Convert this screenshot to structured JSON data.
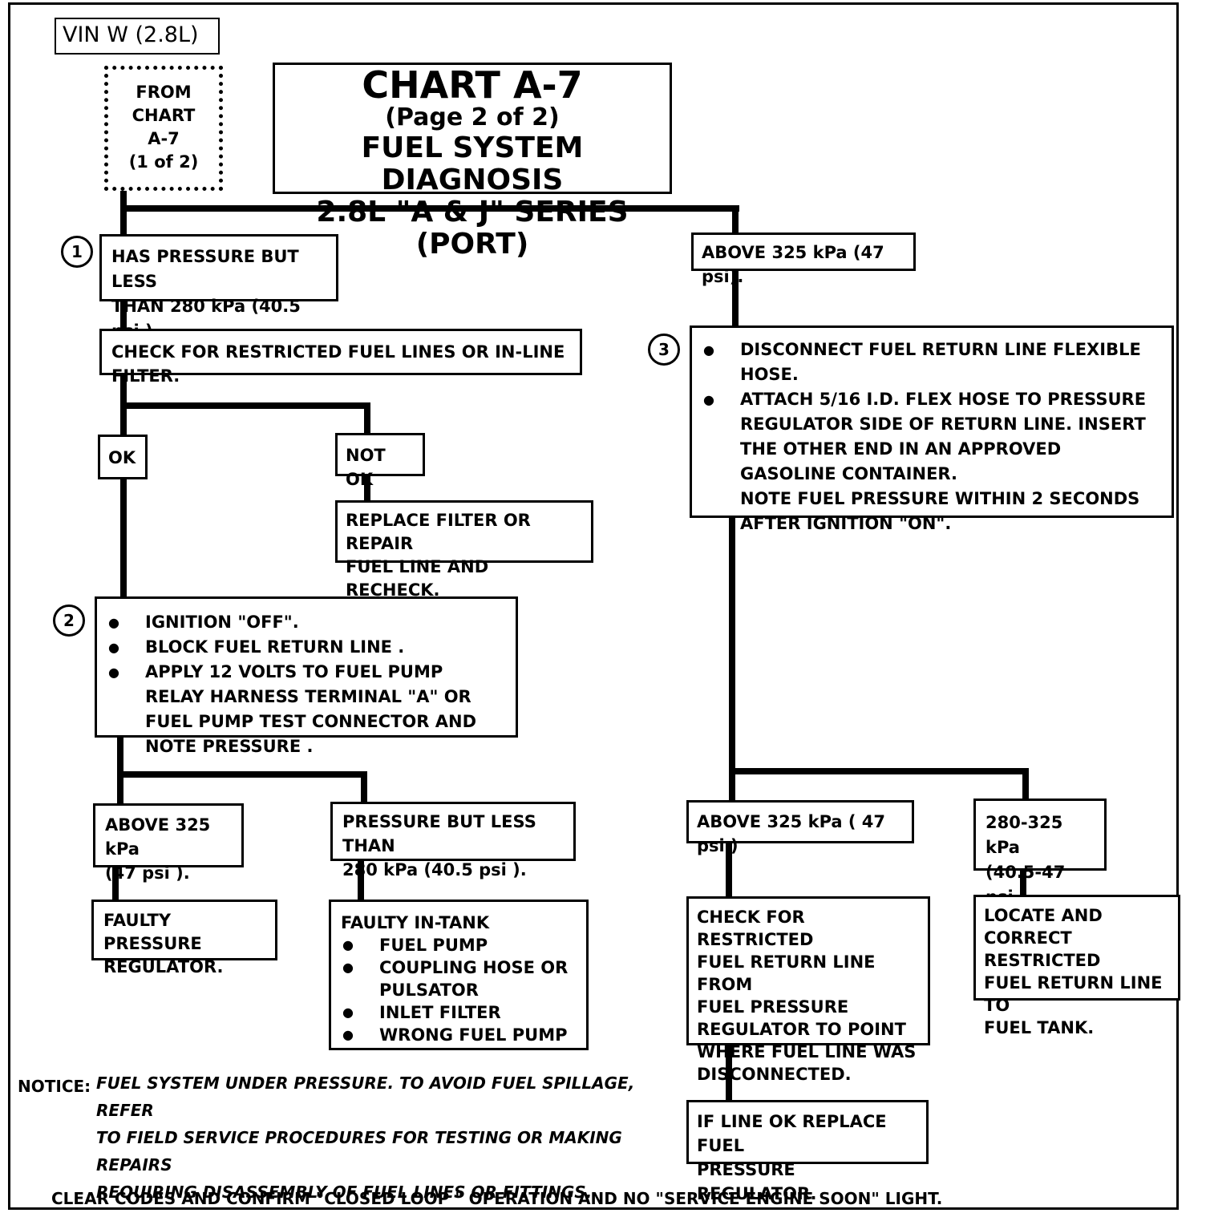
{
  "vin_label": "VIN W (2.8L)",
  "from_chart": [
    "FROM",
    "CHART",
    "A-7",
    "(1 of 2)"
  ],
  "title": {
    "line1": "CHART A-7",
    "line2": "(Page 2 of 2)",
    "line3": "FUEL SYSTEM DIAGNOSIS",
    "line4": "2.8L \"A & J\" SERIES (PORT)"
  },
  "steps": {
    "step1": "1",
    "step2": "2",
    "step3": "3"
  },
  "left": {
    "has_pressure": [
      "HAS PRESSURE BUT LESS",
      "THAN 280 kPa (40.5 psi )."
    ],
    "check_restricted": "CHECK FOR RESTRICTED FUEL LINES OR IN-LINE FILTER.",
    "ok": "OK",
    "not_ok": "NOT OK",
    "replace_filter": [
      "REPLACE FILTER  OR REPAIR",
      "FUEL LINE AND RECHECK."
    ],
    "step2_items": [
      "IGNITION \"OFF\".",
      "BLOCK FUEL RETURN LINE .",
      "APPLY 12 VOLTS TO FUEL PUMP RELAY HARNESS TERMINAL \"A\" OR FUEL PUMP TEST CONNECTOR AND NOTE PRESSURE ."
    ],
    "above_325": [
      "ABOVE 325 kPa",
      "(47 psi )."
    ],
    "pressure_less": [
      "PRESSURE BUT LESS THAN",
      "280 kPa (40.5 psi )."
    ],
    "faulty_regulator": [
      "FAULTY PRESSURE",
      "REGULATOR."
    ],
    "faulty_in_tank": {
      "heading": "FAULTY IN-TANK",
      "items": [
        "FUEL PUMP",
        "COUPLING HOSE OR PULSATOR",
        "INLET FILTER",
        "WRONG FUEL PUMP"
      ]
    }
  },
  "right": {
    "above_325_top": "ABOVE 325 kPa (47 psi).",
    "step3_items": [
      "DISCONNECT FUEL RETURN LINE FLEXIBLE HOSE.",
      "ATTACH 5/16 I.D. FLEX HOSE TO PRESSURE REGULATOR SIDE OF RETURN LINE.  INSERT THE OTHER END IN  AN  APPROVED GASOLINE CONTAINER."
    ],
    "step3_note": "NOTE FUEL PRESSURE WITHIN 2 SECONDS AFTER IGNITION \"ON\".",
    "above_325_b": "ABOVE 325 kPa ( 47 psi )",
    "range_280_325": [
      "280-325 kPa",
      "(40.5-47 psi )"
    ],
    "check_return": [
      "CHECK FOR RESTRICTED",
      "FUEL RETURN LINE FROM",
      "FUEL PRESSURE",
      "REGULATOR TO POINT",
      "WHERE FUEL LINE WAS",
      "DISCONNECTED."
    ],
    "locate_correct": [
      "LOCATE AND",
      "CORRECT RESTRICTED",
      "FUEL RETURN LINE TO",
      "FUEL TANK."
    ],
    "if_line_ok": [
      "IF LINE OK REPLACE FUEL",
      "PRESSURE REGULATOR."
    ]
  },
  "notice": {
    "label": "NOTICE:",
    "lines": [
      "FUEL SYSTEM UNDER PRESSURE.  TO AVOID FUEL SPILLAGE, REFER",
      "TO FIELD SERVICE PROCEDURES FOR TESTING OR MAKING REPAIRS",
      "REQUIRING DISASSEMBLY OF FUEL LINES OR FITTINGS."
    ]
  },
  "footer": "CLEAR CODES AND CONFIRM \"CLOSED LOOP \" OPERATION AND NO \"SERVICE ENGINE SOON\" LIGHT."
}
